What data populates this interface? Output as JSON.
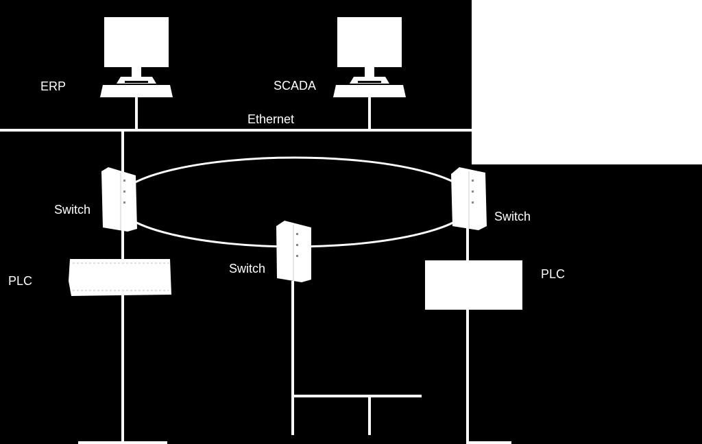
{
  "diagram": {
    "background": "#000000",
    "foreground": "#ffffff",
    "nodes": {
      "erp": {
        "label": "ERP",
        "icon": "desktop-computer-icon"
      },
      "scada": {
        "label": "SCADA",
        "icon": "desktop-computer-icon"
      },
      "ethernet": {
        "label": "Ethernet"
      },
      "switch_left": {
        "label": "Switch",
        "icon": "network-switch-icon"
      },
      "switch_center": {
        "label": "Switch",
        "icon": "network-switch-icon"
      },
      "switch_right": {
        "label": "Switch",
        "icon": "network-switch-icon"
      },
      "plc_left": {
        "label": "PLC",
        "icon": "plc-module-icon"
      },
      "plc_right": {
        "label": "PLC",
        "icon": "plc-module-icon"
      }
    },
    "connections": [
      [
        "erp",
        "ethernet"
      ],
      [
        "scada",
        "ethernet"
      ],
      [
        "ethernet",
        "switch_left"
      ],
      [
        "switch_left",
        "switch_right"
      ],
      [
        "switch_left",
        "switch_center"
      ],
      [
        "switch_center",
        "switch_right"
      ],
      [
        "switch_left",
        "plc_left"
      ],
      [
        "switch_right",
        "plc_right"
      ]
    ],
    "ring": "switch-ring"
  }
}
